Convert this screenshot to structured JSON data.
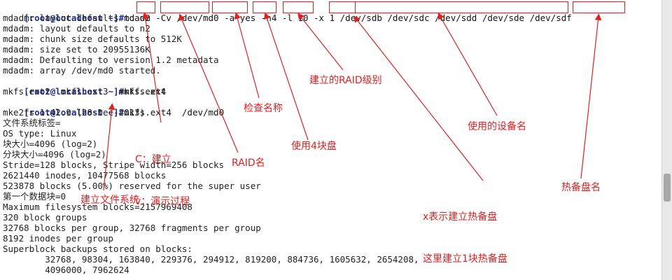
{
  "terminal": {
    "prompt": "[root@localhost ~]#",
    "command1": {
      "text": "mdadm -Cv /dev/md0 -a yes -n4 -l 10 -x 1 /dev/sdb /dev/sdc /dev/sdd /dev/sde /dev/sdf"
    },
    "output1": [
      "mdadm: layout defaults to n2",
      "mdadm: layout defaults to n2",
      "mdadm: chunk size defaults to 512K",
      "mdadm: size set to 20955136K",
      "mdadm: Defaulting to version 1.2 metadata",
      "mdadm: array /dev/md0 started."
    ],
    "command2": "mkfs.ext",
    "output2": [
      "mkfs.ext2  mkfs.ext3  mkfs.ext4"
    ],
    "command3": "mkfs.ext4  /dev/md0",
    "output3": [
      "mke2fs 1.42.9 (28-Dec-2013)",
      "文件系统标签=",
      "OS type: Linux",
      "块大小=4096 (log=2)",
      "分块大小=4096 (log=2)",
      "Stride=128 blocks, Stripe width=256 blocks",
      "2621440 inodes, 10477568 blocks",
      "523878 blocks (5.00%) reserved for the super user",
      "第一个数据块=0",
      "Maximum filesystem blocks=2157969408",
      "320 block groups",
      "32768 blocks per group, 32768 fragments per group",
      "8192 inodes per group",
      "Superblock backups stored on blocks:",
      "        32768, 98304, 163840, 229376, 294912, 819200, 884736, 1605632, 2654208,",
      "        4096000, 7962624"
    ]
  },
  "annotations": {
    "create_line1": "C：建立",
    "create_line2": "v：演示过程",
    "raid_name": "RAID名",
    "check_name": "检查名称",
    "use_4_disks": "使用4块盘",
    "raid_level": "建立的RAID级别",
    "device_names": "使用的设备名",
    "hot_spare_line1": "x表示建立热备盘",
    "hot_spare_line2": "这里建立1块热备盘",
    "hot_spare_disk": "热备盘名",
    "create_fs": "建立文件系统"
  },
  "colors": {
    "annotation": "#e02020",
    "prompt": "#1f2f8f",
    "text": "#1c1c1c",
    "background": "#ffffff"
  }
}
